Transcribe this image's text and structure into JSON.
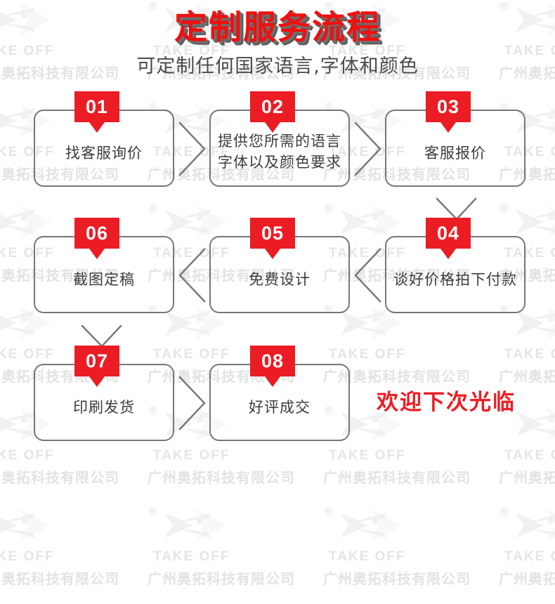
{
  "header": {
    "title": "定制服务流程",
    "subtitle": "可定制任何国家语言,字体和颜色",
    "title_color": "#f01010",
    "subtitle_color": "#4a4a4a"
  },
  "theme": {
    "badge_red": "#ec1c24",
    "box_border": "#777777",
    "note_red": "#ee1c23",
    "watermark_gray": "#e4e2e2"
  },
  "steps": [
    {
      "number": "01",
      "label": "找客服询价"
    },
    {
      "number": "02",
      "label": "提供您所需的语言\n字体以及颜色要求"
    },
    {
      "number": "03",
      "label": "客服报价"
    },
    {
      "number": "04",
      "label": "谈好价格拍下付款"
    },
    {
      "number": "05",
      "label": "免费设计"
    },
    {
      "number": "06",
      "label": "截图定稿"
    },
    {
      "number": "07",
      "label": "印刷发货"
    },
    {
      "number": "08",
      "label": "好评成交"
    }
  ],
  "connectors": [
    {
      "name": "chevron-right-01-02",
      "direction": "right"
    },
    {
      "name": "chevron-right-02-03",
      "direction": "right"
    },
    {
      "name": "chevron-down-03-04",
      "direction": "down"
    },
    {
      "name": "chevron-left-04-05",
      "direction": "left"
    },
    {
      "name": "chevron-left-05-06",
      "direction": "left"
    },
    {
      "name": "chevron-down-06-07",
      "direction": "down"
    },
    {
      "name": "chevron-right-07-08",
      "direction": "right"
    }
  ],
  "closing_note": "欢迎下次光临",
  "watermark": {
    "brand": "TAKE OFF",
    "company": "广州奥拓科技有限公司",
    "registered_mark": "®"
  }
}
